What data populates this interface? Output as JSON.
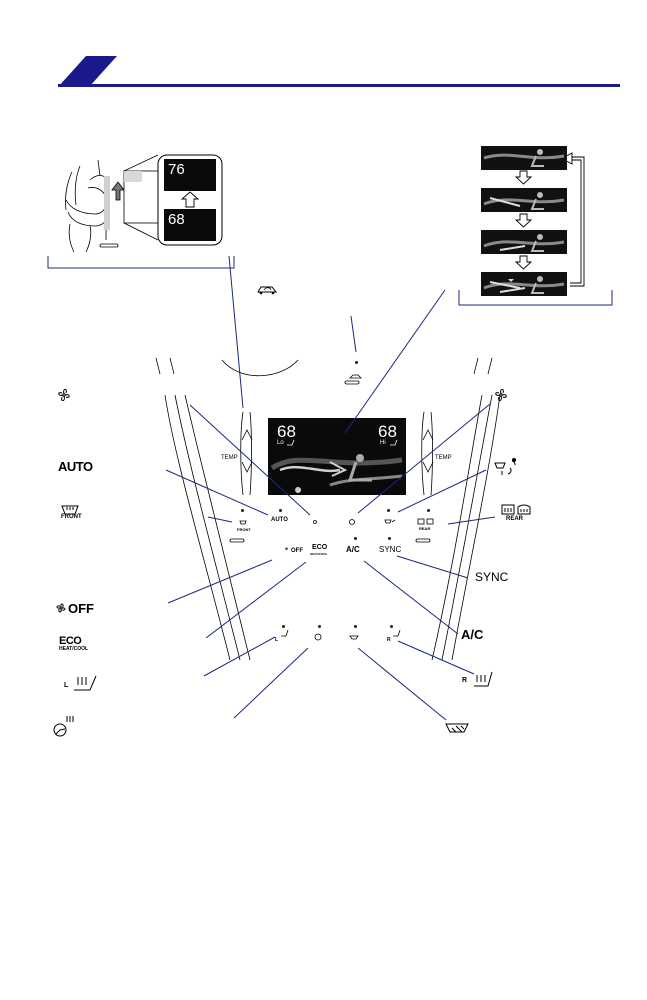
{
  "inset": {
    "upper_temp": "76",
    "lower_temp": "68"
  },
  "display": {
    "left_temp": "68",
    "left_mode": "Lo",
    "right_temp": "68",
    "right_mode": "Hi"
  },
  "panel": {
    "left_temp_label": "TEMP",
    "right_temp_label": "TEMP",
    "front_small": "FRONT",
    "auto_small": "AUTO",
    "off_small": "OFF",
    "eco_small": "ECO",
    "eco_sub_small": "HEAT/COOL",
    "ac_small": "A/C",
    "sync_small": "SYNC",
    "rear_small": "REAR",
    "seat_left_small": "L",
    "seat_right_small": "R"
  },
  "callouts": {
    "auto": "AUTO",
    "front": "FRONT",
    "fan_off": "OFF",
    "eco": "ECO",
    "eco_sub": "HEAT/COOL",
    "seat_left": "L",
    "sync": "SYNC",
    "ac": "A/C",
    "seat_right": "R",
    "rear": "REAR"
  },
  "colors": {
    "accent": "#1a1a8c",
    "leader": "#1a2a80",
    "screen": "#0a0a0a"
  },
  "icons": [
    "fan-icon",
    "recirculation-icon",
    "front-defrost-icon",
    "rear-defrost-icon",
    "seat-heater-icon",
    "steering-heater-icon",
    "windshield-heater-icon",
    "mode-icon"
  ]
}
